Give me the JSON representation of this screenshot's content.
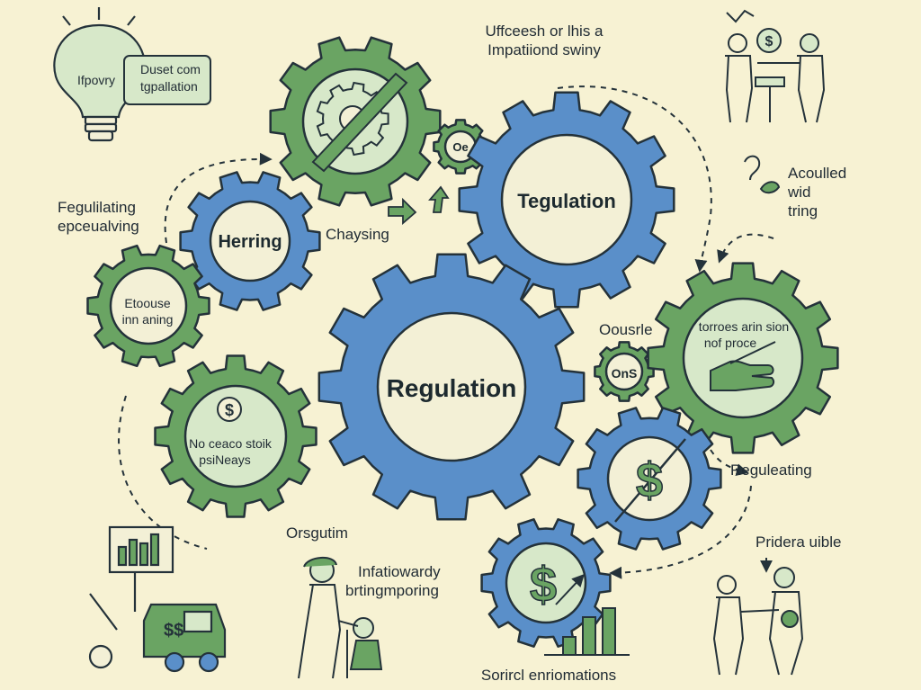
{
  "header": {
    "title_line1": "Uffceesh or lhis a",
    "title_line2": "Impatiiond swiny"
  },
  "lightbulb": {
    "label": "Ifpovry"
  },
  "note_box": {
    "line1": "Duset com",
    "line2": "tgpallation"
  },
  "labels": {
    "left_side_1": "Fegulilating",
    "left_side_2": "epceualving",
    "chaysing": "Chaysing",
    "acquired_1": "Acoulled",
    "acquired_2": "wid",
    "acquired_3": "tring",
    "ousrte": "Oousrle",
    "reguleating": "Reguleating",
    "orsgutim": "Orsgutim",
    "inflation_1": "Infatiowardy",
    "inflation_2": "brtingmporing",
    "prider": "Pridera uible",
    "footer": "Sorircl enriomations"
  },
  "gears": {
    "top_center_gear": {
      "label": ""
    },
    "small_oe": {
      "label": "Oe"
    },
    "tegulation": {
      "label": "Tegulation"
    },
    "herring": {
      "label": "Herring"
    },
    "etoouse": {
      "line1": "Etoouse",
      "line2": "inn aning"
    },
    "regulation": {
      "label": "Regulation"
    },
    "ons": {
      "label": "OnS"
    },
    "right_big": {
      "line1": "torroes arin sion",
      "line2": "nof proce"
    },
    "left_money": {
      "line1": "No ceaco stoik",
      "line2": "psiNeays"
    },
    "dollar_slash": {
      "label": "$"
    },
    "bottom_dollar": {
      "label": "$"
    }
  },
  "colors": {
    "background": "#f7f2d3",
    "green": "#6aa463",
    "blue": "#5a8fc9",
    "outline": "#24323a",
    "inner_fill": "#f3f0d6",
    "pale_green": "#d7e8c9"
  },
  "icons": [
    "lightbulb-icon",
    "dollar-icon",
    "people-icon",
    "hand-icon",
    "truck-icon",
    "chart-icon",
    "arrow-icon"
  ]
}
